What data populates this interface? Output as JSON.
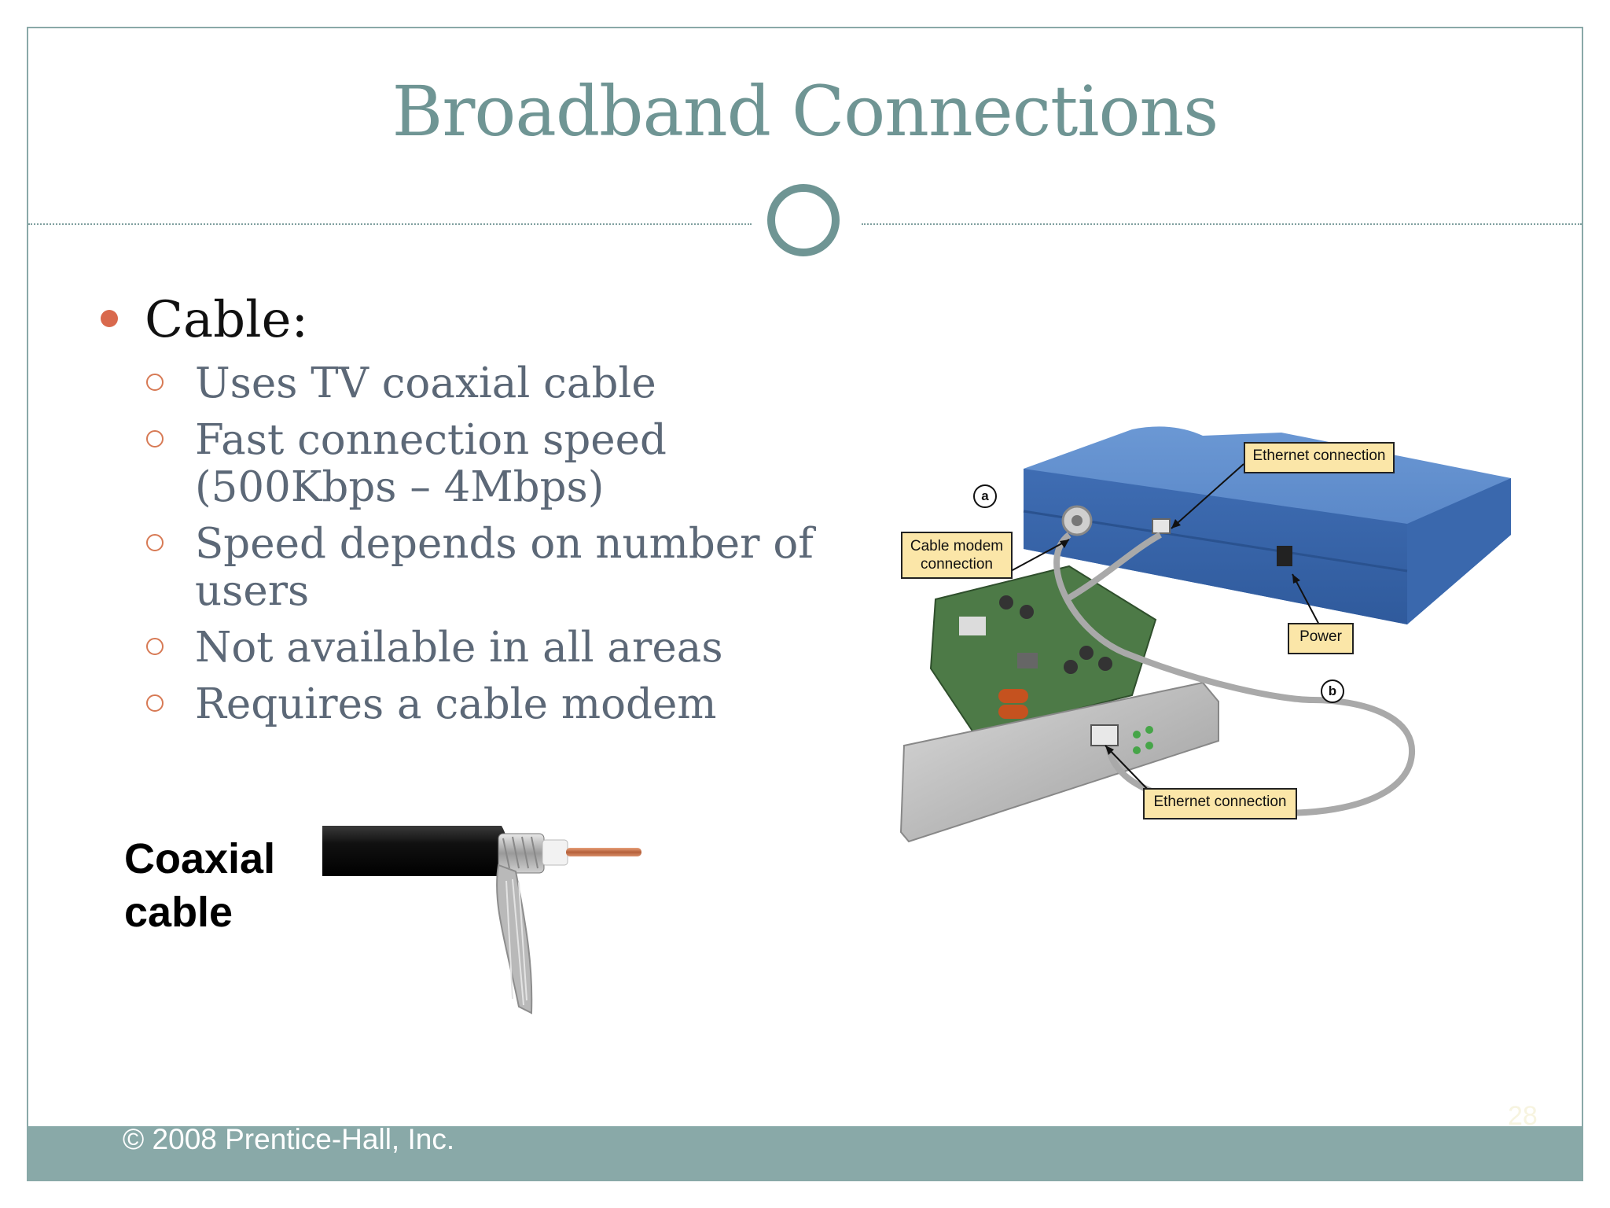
{
  "slide": {
    "title": "Broadband Connections",
    "main_bullet": "Cable:",
    "sub_bullets": [
      "Uses TV coaxial cable",
      "Fast connection speed",
      "(500Kbps – 4Mbps)",
      "Speed depends on number of",
      "users",
      "Not available in all areas",
      "Requires a cable modem"
    ],
    "coax_label_line1": "Coaxial",
    "coax_label_line2": "cable",
    "footer": {
      "copyright": "© 2008 Prentice-Hall, Inc.",
      "page_number": "28"
    }
  },
  "figure": {
    "badge_a": "a",
    "badge_b": "b",
    "callout_ethernet_top": "Ethernet connection",
    "callout_cable_modem_line1": "Cable modem",
    "callout_cable_modem_line2": "connection",
    "callout_power": "Power",
    "callout_ethernet_bottom": "Ethernet connection"
  },
  "colors": {
    "accent": "#6f9594",
    "bullet": "#d9694d",
    "footer_bar": "#89a9a8",
    "modem_blue": "#4f7fc2",
    "callout_fill": "#fbe6a8"
  }
}
